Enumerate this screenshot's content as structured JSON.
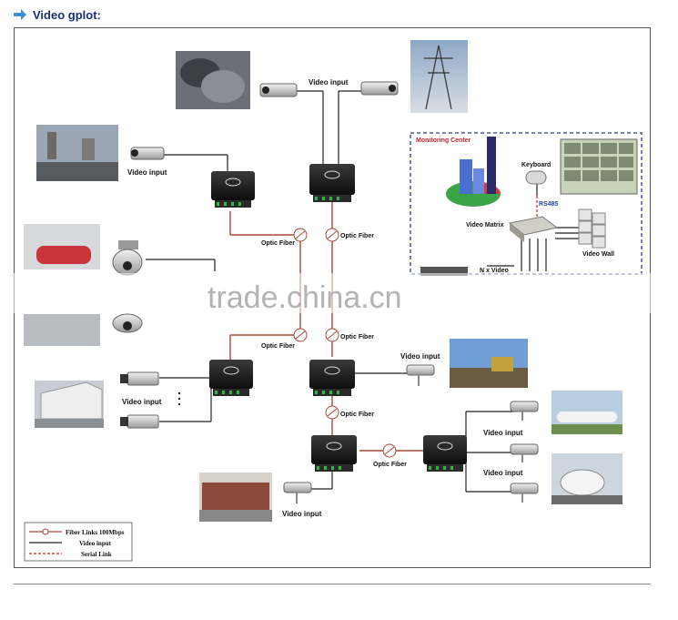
{
  "header": {
    "title": "Video gplot:",
    "icon": "arrow-icon"
  },
  "labels": {
    "video_input": "Video input",
    "optic_fiber": "Optic Fiber"
  },
  "monitoring_center": {
    "title": "Monitoring Center",
    "keyboard": "Keyboard",
    "rs485": "RS485",
    "video_matrix": "Video Matrix",
    "video_wall": "Video Wall",
    "n_video": "N x Video"
  },
  "legend": {
    "fiber": "Fiber Links 100Mbps",
    "video": "Video input",
    "serial": "Serial Link"
  },
  "watermark": "trade.china.cn",
  "colors": {
    "fiber_line": "#a54a3a",
    "serial_line": "#c0262d",
    "monitor_border": "#2a3b8f",
    "title": "#1a2f73"
  }
}
